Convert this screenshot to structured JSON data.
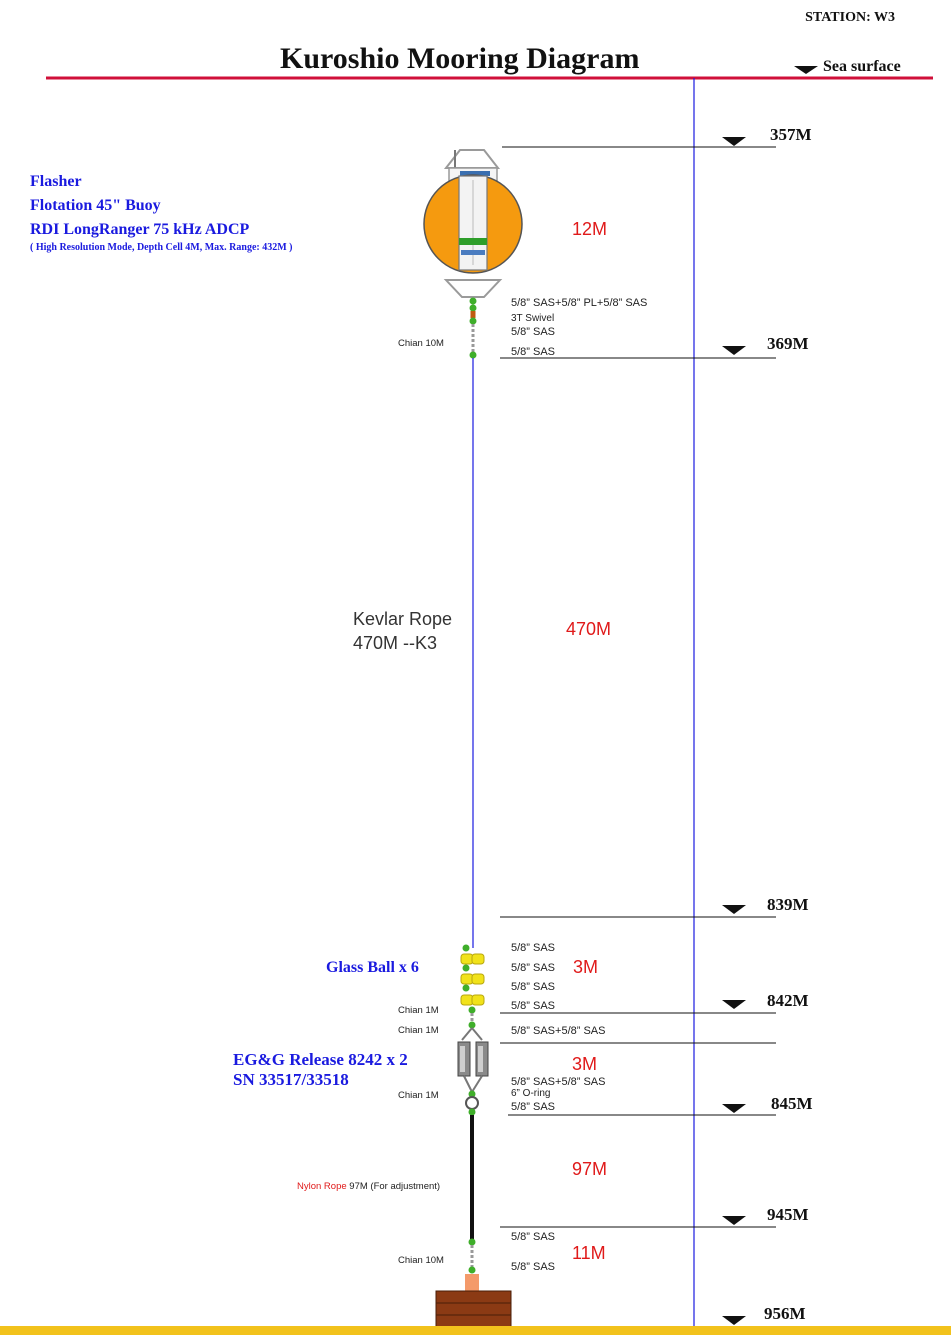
{
  "header": {
    "station": "STATION: W3",
    "title": "Kuroshio Mooring Diagram",
    "sea_surface": "Sea surface"
  },
  "depths": [
    "357M",
    "369M",
    "839M",
    "842M",
    "845M",
    "945M",
    "956M"
  ],
  "segments": {
    "buoy": "12M",
    "kevlar": "470M",
    "glass": "3M",
    "release": "3M",
    "nylon": "97M",
    "anchor": "11M"
  },
  "labels": {
    "buoy_lines": [
      "Flasher",
      "Flotation 45\" Buoy",
      "RDI LongRanger 75 kHz ADCP",
      "( High Resolution Mode, Depth Cell 4M, Max. Range: 432M )"
    ],
    "kevlar_lines": [
      "Kevlar Rope",
      "470M --K3"
    ],
    "glass_ball": "Glass Ball x 6",
    "release_lines": [
      "EG&G Release 8242  x 2",
      "SN 33517/33518"
    ],
    "nylon_name": "Nylon Rope",
    "nylon_rest": " 97M (For adjustment)"
  },
  "hardware": {
    "buoy_top": [
      "5/8” SAS+5/8” PL+5/8” SAS",
      "3T Swivel",
      "5/8”  SAS"
    ],
    "buoy_bottom": "5/8”  SAS",
    "glass": [
      "5/8” SAS",
      "5/8” SAS",
      "5/8” SAS",
      "5/8” SAS"
    ],
    "release_top": "5/8” SAS+5/8”  SAS",
    "release_bottom": [
      "5/8”  SAS+5/8”  SAS",
      "6” O-ring",
      "5/8”  SAS"
    ],
    "anchor": [
      "5/8”  SAS",
      "5/8”  SAS"
    ]
  },
  "chains": {
    "buoy": "Chian 10M",
    "glass": "Chian 1M",
    "release_top": "Chian 1M",
    "release_bottom": "Chian 1M",
    "anchor": "Chian 10M"
  },
  "colors": {
    "surface_line": "#d0103a",
    "reference_line": "#1a1adf",
    "buoy_orange": "#f59a0f",
    "glass_yellow": "#f1e21a",
    "connector_green": "#3fae2a",
    "anchor_brown": "#8b3a14",
    "seabed_yellow": "#f2c21c"
  }
}
